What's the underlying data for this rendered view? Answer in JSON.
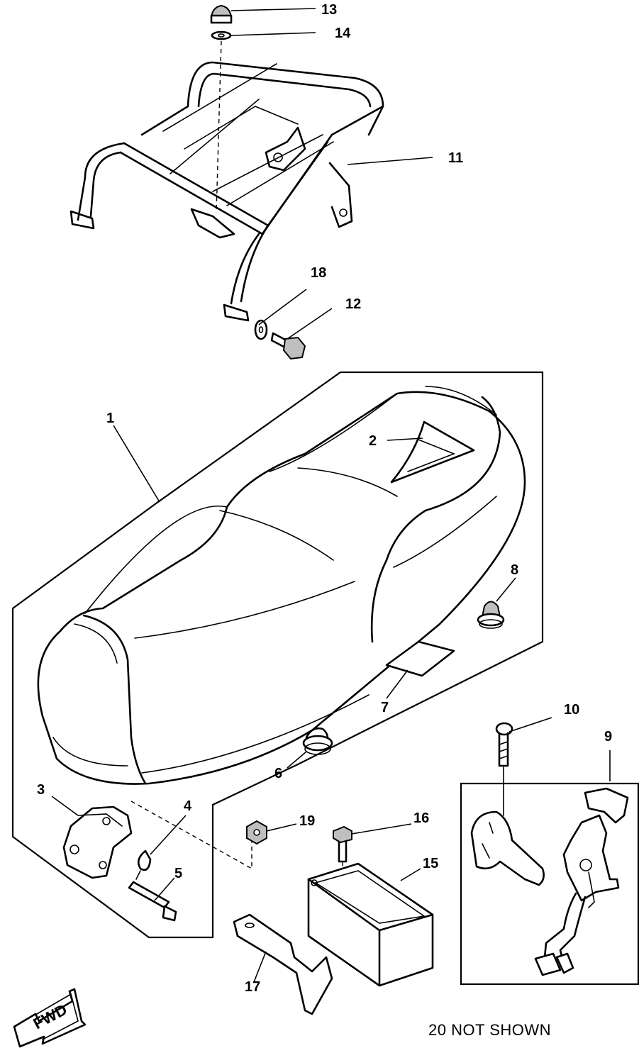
{
  "callouts": {
    "c1": "1",
    "c2": "2",
    "c3": "3",
    "c4": "4",
    "c5": "5",
    "c6": "6",
    "c7": "7",
    "c8": "8",
    "c9": "9",
    "c10": "10",
    "c11": "11",
    "c12": "12",
    "c13": "13",
    "c14": "14",
    "c15": "15",
    "c16": "16",
    "c17": "17",
    "c18": "18",
    "c19": "19"
  },
  "note": "20 NOT SHOWN",
  "fwd_label": "FWD"
}
